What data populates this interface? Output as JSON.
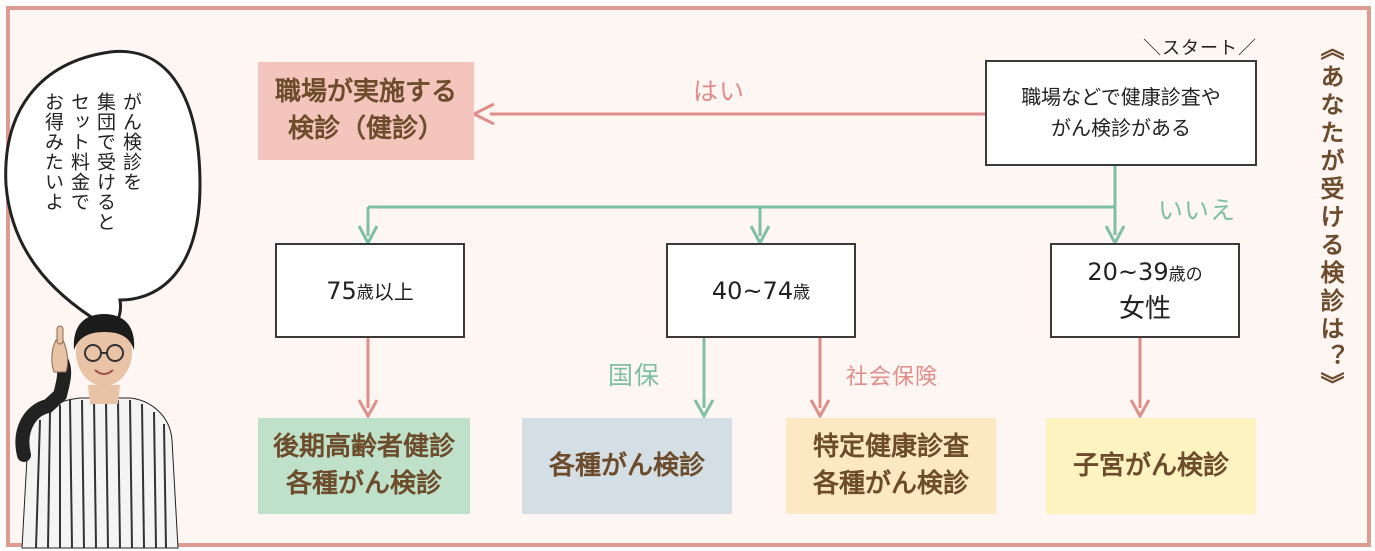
{
  "start_label": "＼スタート／",
  "question": {
    "line1": "職場などで健康診査や",
    "line2": "がん検診がある"
  },
  "yes_label": "はい",
  "no_label": "いいえ",
  "workplace_result": {
    "line1": "職場が実施する",
    "line2": "検診（健診）"
  },
  "age_boxes": {
    "over75": {
      "num": "75",
      "sai": "歳",
      "suffix": "以上"
    },
    "age40_74": {
      "num": "40~74",
      "sai": "歳"
    },
    "women20_39": {
      "num": "20~39",
      "sai": "歳",
      "no": "の",
      "line2": "女性"
    }
  },
  "insurance_labels": {
    "kokuho": "国保",
    "shakai": "社会保険"
  },
  "results": {
    "elderly": {
      "line1": "後期高齢者健診",
      "line2": "各種がん検診"
    },
    "cancer": {
      "line1": "各種がん検診"
    },
    "specific": {
      "line1": "特定健康診査",
      "line2": "各種がん検診"
    },
    "uterine": {
      "line1": "子宮がん検診"
    }
  },
  "side_title": "《あなたが受ける検診は？》",
  "speech": {
    "col1": "がん検診を",
    "col2": "集団で受けると",
    "col3": "セット料金で",
    "col4": "お得みたいよ"
  },
  "colors": {
    "frame": "#dd9b92",
    "bg": "#fdf6f3",
    "pink_arrow": "#e08e8a",
    "green_arrow": "#7fbfa6",
    "workplace_fill": "#f4c5bc",
    "elderly_fill": "#bfe0c9",
    "cancer_fill": "#d4dee5",
    "specific_fill": "#fde8c4",
    "uterine_fill": "#fdf3c1",
    "text_brown": "#6d4c2c"
  }
}
